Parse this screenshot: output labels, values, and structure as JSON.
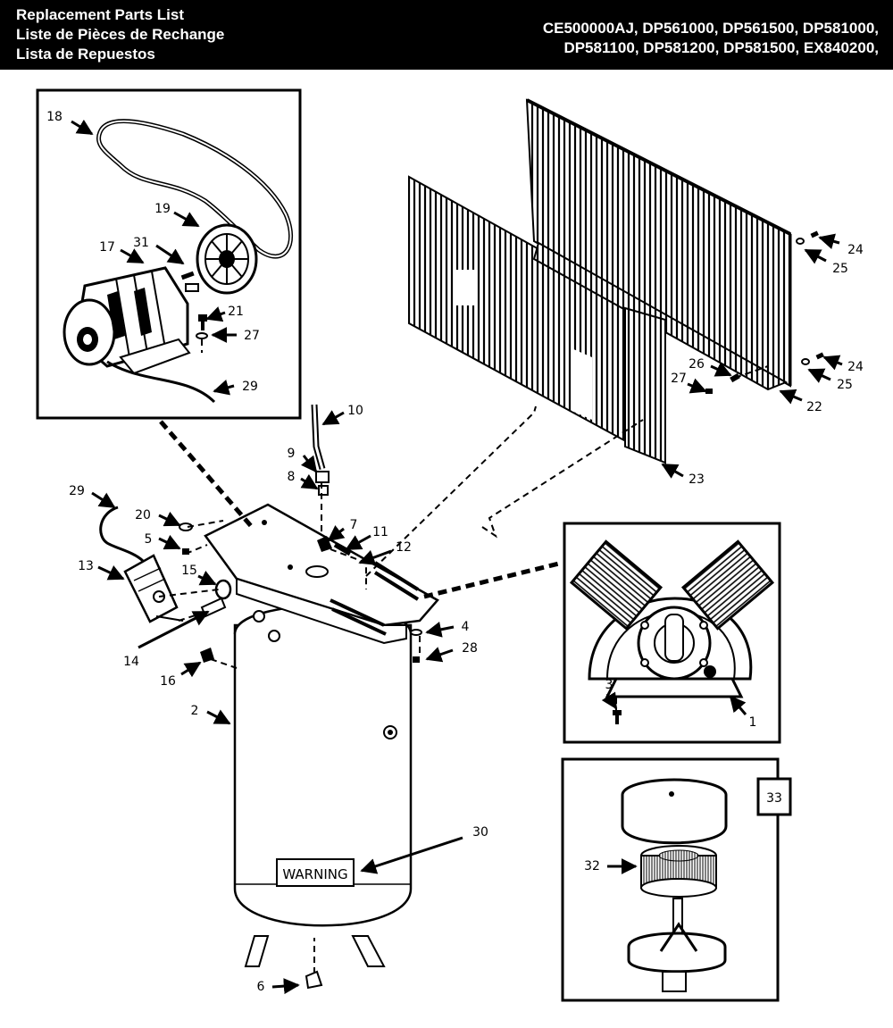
{
  "header": {
    "title_lines": [
      "Replacement Parts List",
      "Liste de Pièces de Rechange",
      "Lista de Repuestos"
    ],
    "model_lines": [
      "CE500000AJ, DP561000, DP561500, DP581000,",
      "DP581100, DP581200, DP581500, EX840200,"
    ]
  },
  "diagram": {
    "warning_label": "WARNING",
    "callouts": {
      "c1": "1",
      "c2": "2",
      "c3": "3",
      "c4": "4",
      "c5": "5",
      "c6": "6",
      "c7": "7",
      "c8": "8",
      "c9": "9",
      "c10": "10",
      "c11": "11",
      "c12": "12",
      "c13": "13",
      "c14": "14",
      "c15": "15",
      "c16": "16",
      "c17": "17",
      "c18": "18",
      "c19": "19",
      "c20": "20",
      "c21": "21",
      "c22": "22",
      "c23": "23",
      "c24a": "24",
      "c24b": "24",
      "c25a": "25",
      "c25b": "25",
      "c26": "26",
      "c27a": "27",
      "c27b": "27",
      "c28": "28",
      "c29a": "29",
      "c29b": "29",
      "c30": "30",
      "c31": "31",
      "c32": "32",
      "c33": "33"
    }
  }
}
